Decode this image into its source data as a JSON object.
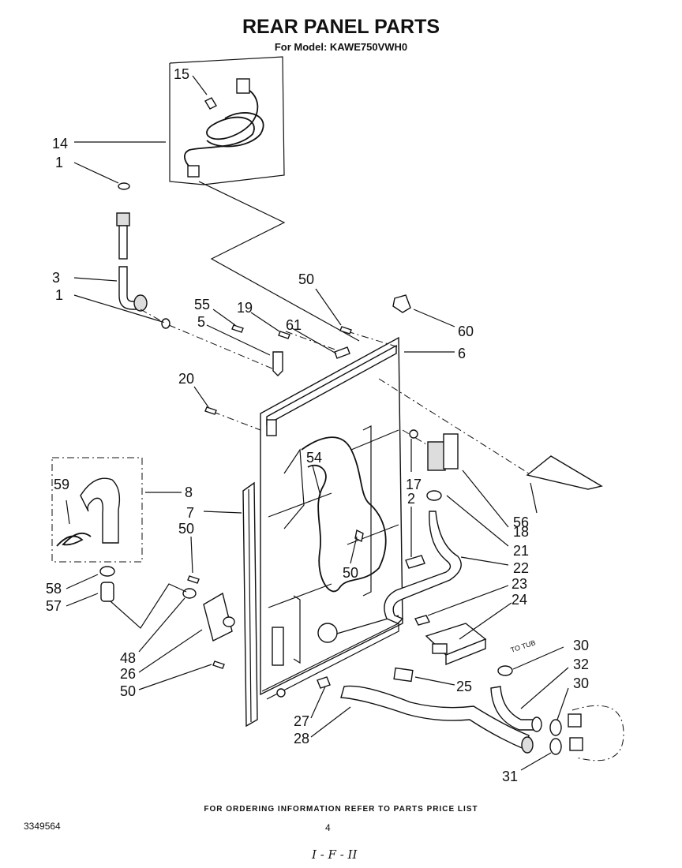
{
  "header": {
    "title": "REAR PANEL PARTS",
    "subtitle": "For Model: KAWE750VWH0"
  },
  "footer": {
    "ordering_note": "FOR ORDERING INFORMATION REFER TO PARTS PRICE LIST",
    "document_number": "3349564",
    "page_number": "4",
    "handwritten_mark": "I - F - II"
  },
  "diagram": {
    "tub_label": "TO TUB",
    "callouts": [
      "15",
      "14",
      "1",
      "3",
      "1",
      "50",
      "55",
      "19",
      "5",
      "61",
      "60",
      "6",
      "20",
      "59",
      "8",
      "7",
      "50",
      "54",
      "17",
      "2",
      "18",
      "21",
      "56",
      "50",
      "22",
      "23",
      "24",
      "58",
      "57",
      "48",
      "26",
      "50",
      "25",
      "30",
      "32",
      "30",
      "27",
      "28",
      "31"
    ]
  }
}
